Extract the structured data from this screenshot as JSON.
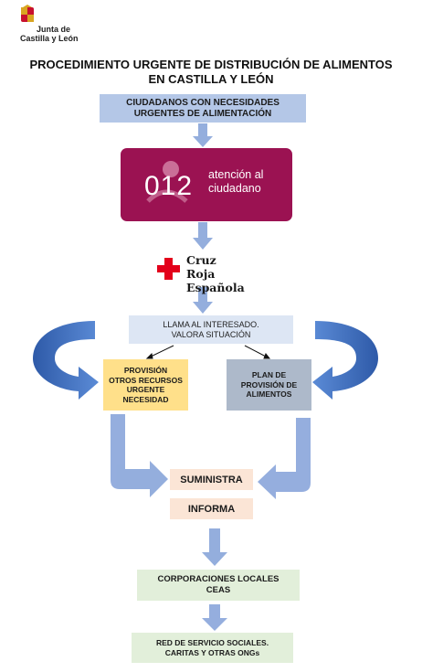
{
  "logo": {
    "line1": "Junta de",
    "line2": "Castilla y León",
    "icon": "coat-of-arms-icon"
  },
  "title": {
    "line1": "PROCEDIMIENTO URGENTE DE DISTRIBUCIÓN DE ALIMENTOS",
    "line2": "EN CASTILLA Y LEÓN"
  },
  "steps": {
    "ciudadanos": {
      "line1": "CIUDADANOS CON NECESIDADES",
      "line2": "URGENTES DE ALIMENTACIÓN"
    },
    "servicio012": {
      "number": "012",
      "line1": "atención al",
      "line2": "ciudadano"
    },
    "cruz_roja": {
      "line1": "Cruz Roja",
      "line2": "Española"
    },
    "llama": {
      "line1": "LLAMA AL INTERESADO.",
      "line2": "VALORA SITUACIÓN"
    },
    "provision": {
      "line1": "PROVISIÓN",
      "line2": "OTROS RECURSOS",
      "line3": "URGENTE",
      "line4": "NECESIDAD"
    },
    "plan": {
      "line1": "PLAN DE",
      "line2": "PROVISIÓN DE",
      "line3": "ALIMENTOS"
    },
    "suministra": "SUMINISTRA",
    "informa": "INFORMA",
    "corporaciones": {
      "line1": "CORPORACIONES LOCALES",
      "line2": "CEAS"
    },
    "red": {
      "line1": "RED DE SERVICIO SOCIALES.",
      "line2": "CARITAS Y OTRAS ONGs"
    }
  },
  "colors": {
    "arrow": "#8faadc",
    "curved_arrow": "#4472c4",
    "brand_012": "#9b1252",
    "cross": "#e3001b"
  }
}
